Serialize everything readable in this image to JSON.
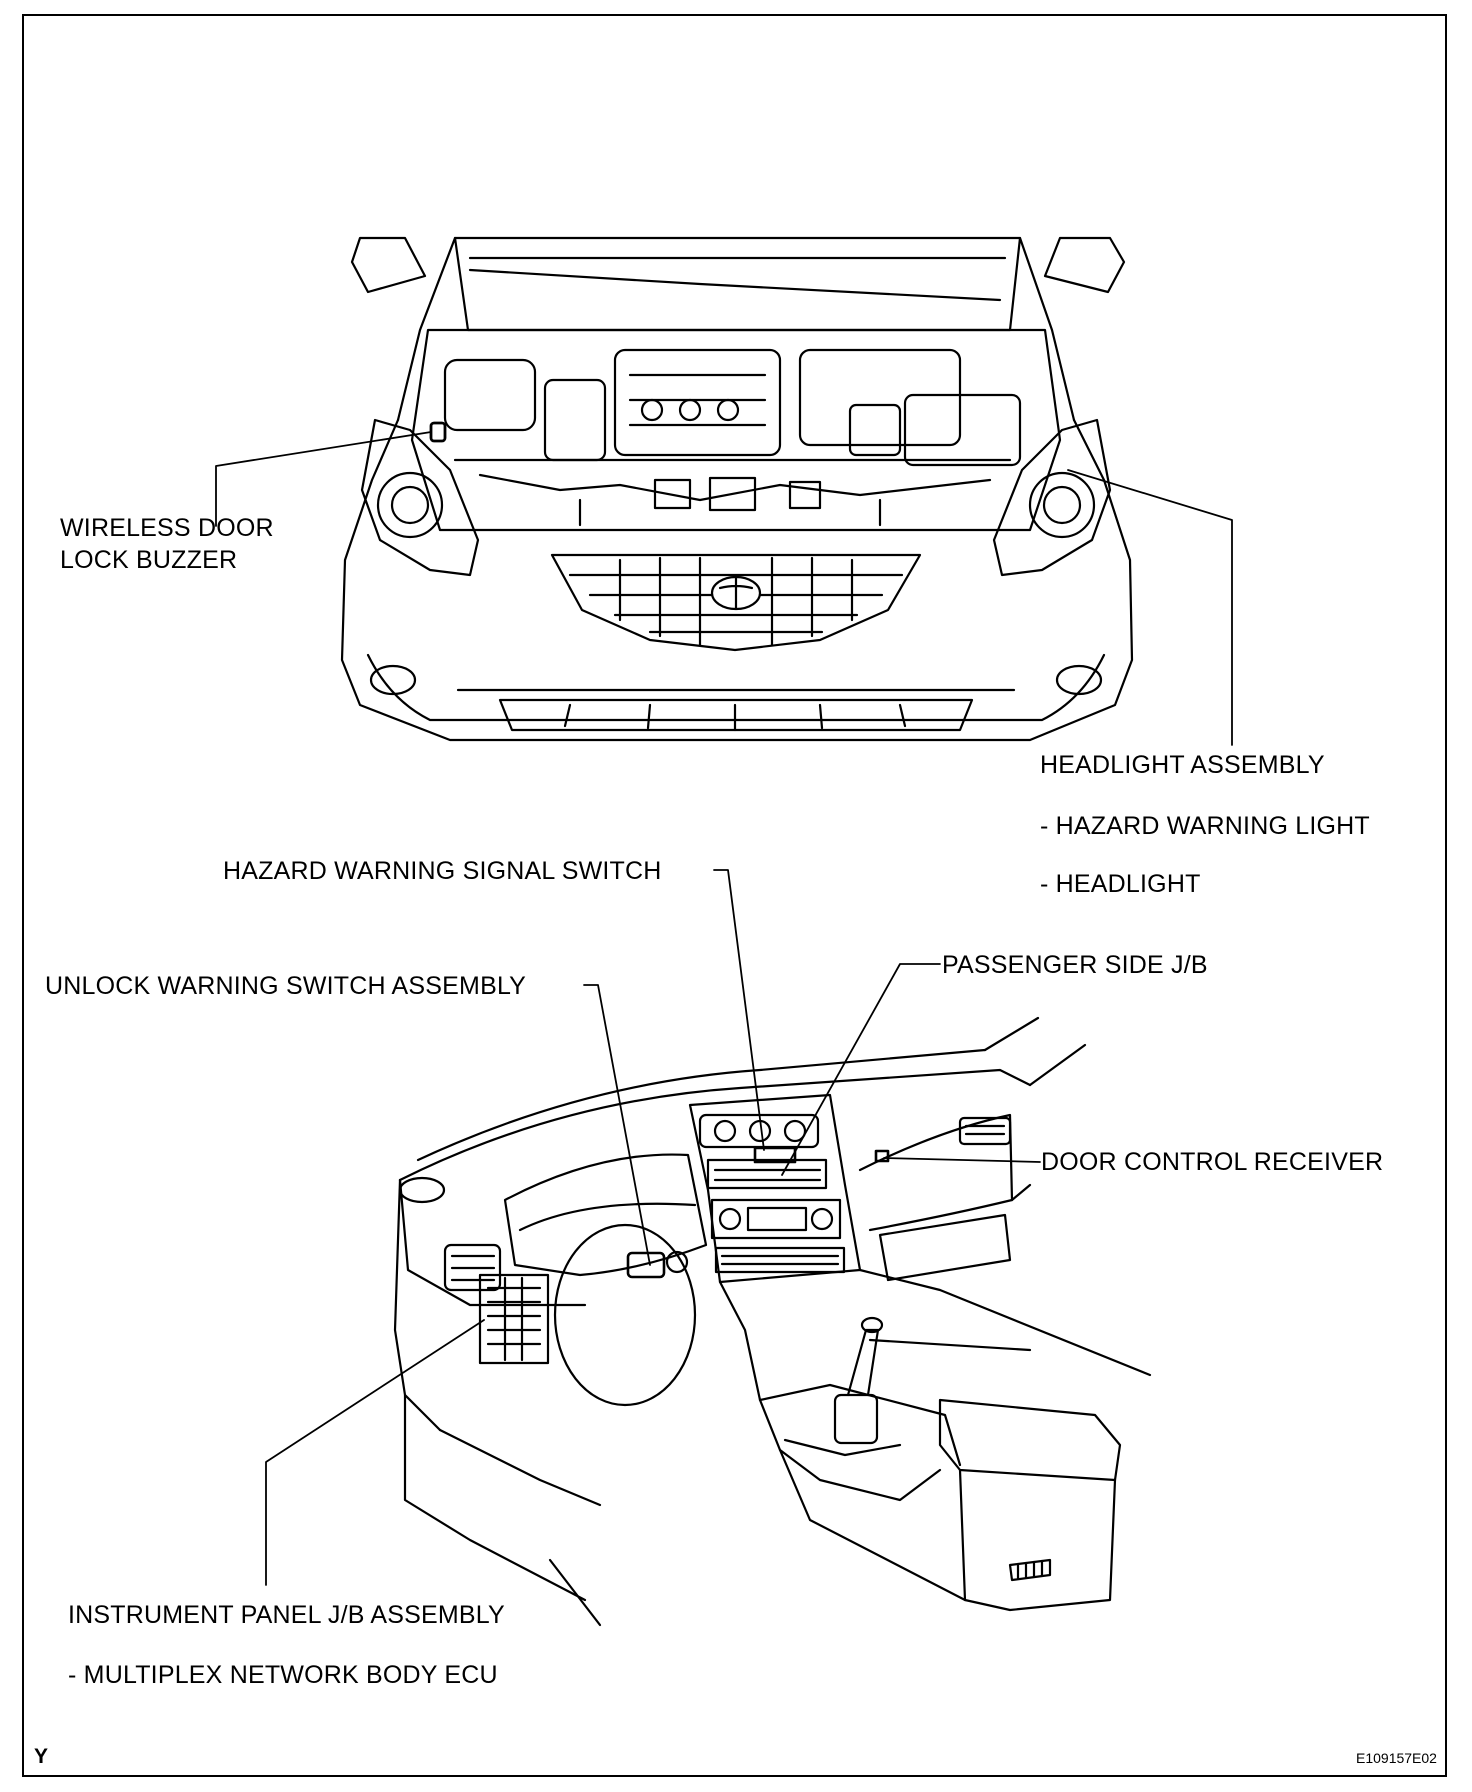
{
  "labels": {
    "wireless_buzzer_line1": "WIRELESS DOOR",
    "wireless_buzzer_line2": "LOCK BUZZER",
    "headlight_assembly": "HEADLIGHT ASSEMBLY",
    "hazard_warning_light": "- HAZARD WARNING LIGHT",
    "headlight": "- HEADLIGHT",
    "hazard_switch": "HAZARD WARNING SIGNAL SWITCH",
    "passenger_jb": "PASSENGER SIDE J/B",
    "unlock_warning_switch": "UNLOCK WARNING SWITCH ASSEMBLY",
    "door_control_receiver": "DOOR CONTROL RECEIVER",
    "instrument_panel_jb": "INSTRUMENT PANEL J/B ASSEMBLY",
    "multiplex_ecu": "- MULTIPLEX NETWORK BODY ECU"
  },
  "corner_mark": "Y",
  "figure_ref": "E109157E02"
}
